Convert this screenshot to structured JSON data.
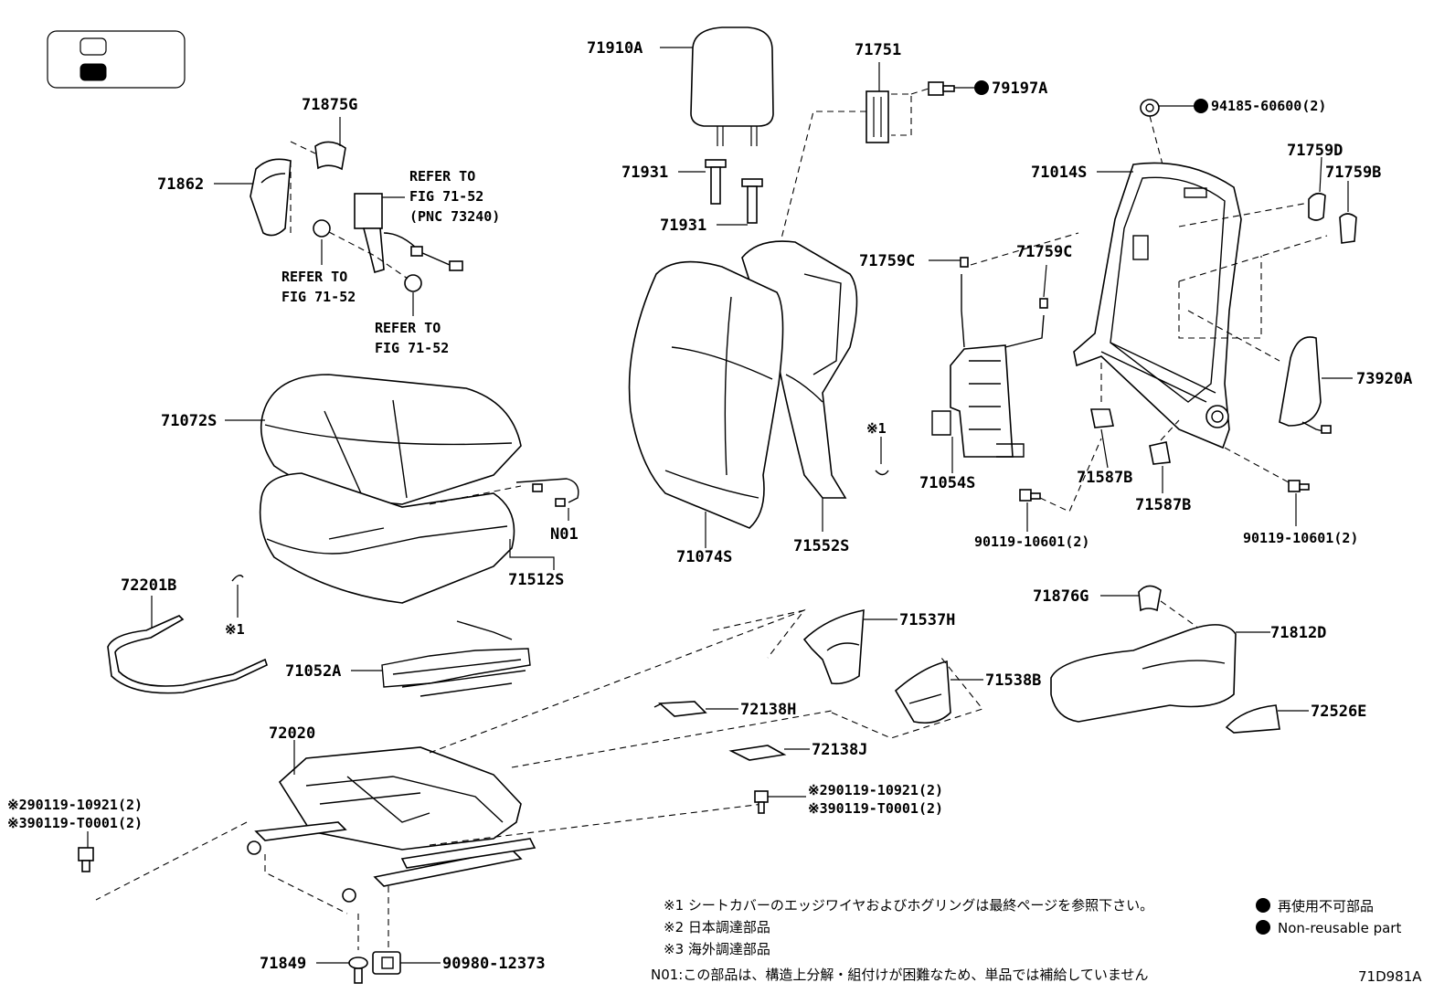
{
  "labels": {
    "p71910A": "71910A",
    "p71751": "71751",
    "p79197A": "79197A",
    "p94185": "94185-60600(2)",
    "p71875G": "71875G",
    "p71862": "71862",
    "refer1a": "REFER TO",
    "refer1b": "FIG 71-52",
    "refer1c": "(PNC 73240)",
    "refer2a": "REFER TO",
    "refer2b": "FIG 71-52",
    "refer3a": "REFER TO",
    "refer3b": "FIG 71-52",
    "p71931a": "71931",
    "p71931b": "71931",
    "p71014S": "71014S",
    "p71759D": "71759D",
    "p71759B": "71759B",
    "p71759Ca": "71759C",
    "p71759Cb": "71759C",
    "p73920A": "73920A",
    "p71072S": "71072S",
    "mark1a": "※1",
    "p71054S": "71054S",
    "p71587Ba": "71587B",
    "p71587Bb": "71587B",
    "pN01": "N01",
    "p71512S": "71512S",
    "p71074S": "71074S",
    "p71552S": "71552S",
    "p90119a": "90119-10601(2)",
    "p90119b": "90119-10601(2)",
    "p72201B": "72201B",
    "mark1b": "※1",
    "p71052A": "71052A",
    "p71876G": "71876G",
    "p71537H": "71537H",
    "p71812D": "71812D",
    "p71538B": "71538B",
    "p72138H": "72138H",
    "p72526E": "72526E",
    "p72020": "72020",
    "p72138J": "72138J",
    "pL1": "※290119-10921(2)",
    "pL2": "※390119-T0001(2)",
    "pR1": "※290119-10921(2)",
    "pR2": "※390119-T0001(2)",
    "p71849": "71849",
    "p90980": "90980-12373",
    "figure_id": "71D981A"
  },
  "notes": {
    "n1": "※1 シートカバーのエッジワイヤおよびホグリングは最終ページを参照下さい。",
    "n2": "※2 日本調達部品",
    "n3": "※3 海外調達部品",
    "n4": "N01:この部品は、構造上分解・組付けが困難なため、単品では補給していません"
  },
  "legend": {
    "ja": "再使用不可部品",
    "en": "Non-reusable part"
  }
}
